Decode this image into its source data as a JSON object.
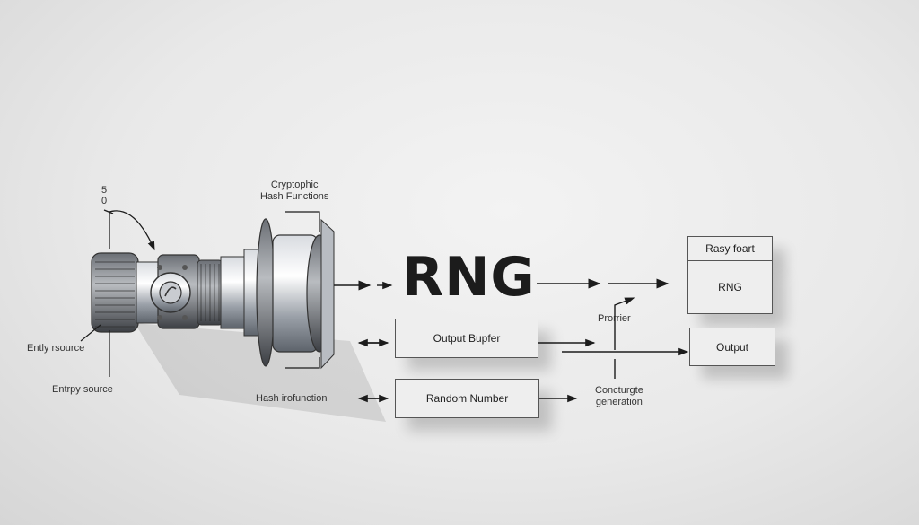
{
  "labels": {
    "top_number_1": "5",
    "top_number_2": "0",
    "entropy_source_1": "Ently rsource",
    "entropy_source_2": "Entrpy source",
    "crypto_hash": "Cryptophic\nHash Functions",
    "hash_function": "Hash irofunction",
    "title": "RNG",
    "promier": "Prorrier",
    "concurrate": "Concturgte\ngeneration"
  },
  "boxes": {
    "rasy_foart": "Rasy foart",
    "rng": "RNG",
    "output_buffer": "Output Bupfer",
    "output": "Output",
    "random_number": "Random Number"
  },
  "colors": {
    "ink": "#1c1c1c",
    "box_fill": "#eeeeee",
    "box_border": "#555555"
  }
}
